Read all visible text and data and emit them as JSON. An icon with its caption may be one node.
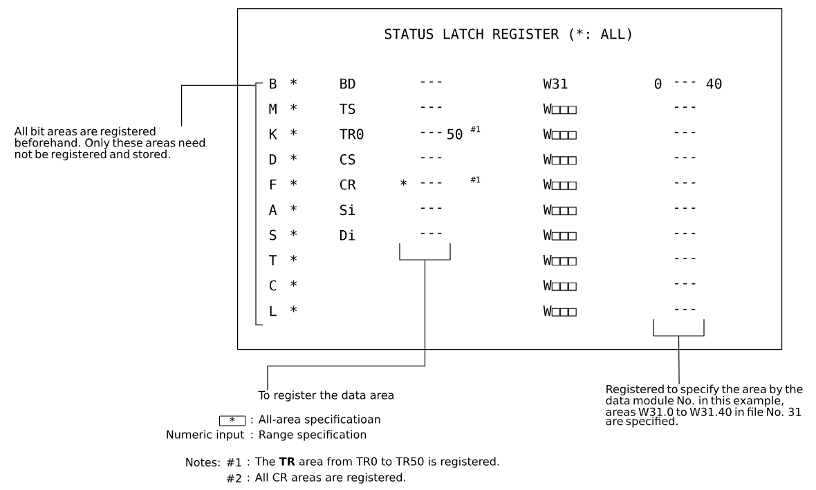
{
  "diagram": {
    "nodes": [
      {
        "text": [
          "STATUS LATCH REGISTER (*: ALL)"
        ]
      },
      {
        "text": [],
        "shape": "bracket",
        "in": 0
      },
      {
        "text": [],
        "shape": "bracket",
        "in": 0
      },
      {
        "text": [],
        "shape": "bracket",
        "in": 0
      },
      {
        "text": [
          "All bit areas are registered beforehand. Only these areas need not be registered and stored."
        ]
      },
      {
        "text": [
          "To register the data area"
        ]
      },
      {
        "text": [
          "Registered to specify the area by the data module No. in this example, areas W31.0 to W31.40 in file No. 31 are specified."
        ]
      }
    ],
    "edges": [
      {
        "from": 4,
        "to": 1,
        "arrow": "none"
      },
      {
        "from": 5,
        "to": 2,
        "arrow": "none"
      },
      {
        "from": 6,
        "to": 3,
        "arrow": "none"
      }
    ],
    "labels": [
      "B",
      "*",
      "BD",
      "---",
      "W31",
      "0",
      "---",
      "40",
      "M",
      "*",
      "TS",
      "---",
      "W□□□",
      "---",
      "K",
      "*",
      "TR0",
      "---",
      "50",
      "#1",
      "W□□□",
      "---",
      "D",
      "*",
      "CS",
      "---",
      "W□□□",
      "---",
      "F",
      "*",
      "CR",
      "*",
      "---",
      "#1",
      "W□□□",
      "---",
      "A",
      "*",
      "Si",
      "---",
      "W□□□",
      "---",
      "S",
      "*",
      "Di",
      "---",
      "W□□□",
      "---",
      "T",
      "*",
      "W□□□",
      "---",
      "C",
      "*",
      "W□□□",
      "---",
      "L",
      "*",
      "W□□□",
      "---",
      "*",
      ": All-area specificatioan",
      "Numeric input",
      ": Range specification",
      "Notes:",
      "#1",
      ": The **TR** area from TR0 to TR50 is registered.",
      "#2",
      ": All CR areas are registered."
    ]
  }
}
